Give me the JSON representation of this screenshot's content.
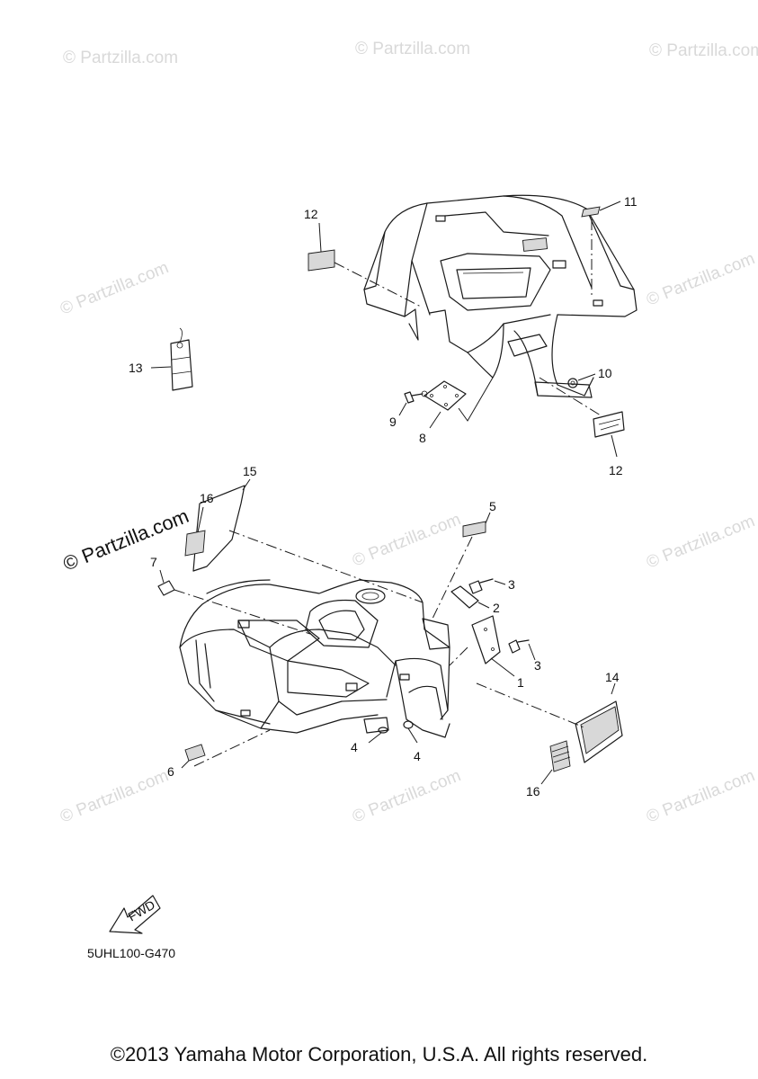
{
  "watermark": "© Partzilla.com",
  "fwd_label": "FWD",
  "diagram_code": "5UHL100-G470",
  "copyright": "©2013 Yamaha Motor Corporation, U.S.A. All rights reserved.",
  "callouts": {
    "c1": "1",
    "c2": "2",
    "c3a": "3",
    "c3b": "3",
    "c4a": "4",
    "c4b": "4",
    "c5": "5",
    "c6": "6",
    "c7": "7",
    "c8": "8",
    "c9": "9",
    "c10": "10",
    "c11": "11",
    "c12a": "12",
    "c12b": "12",
    "c13": "13",
    "c14": "14",
    "c15": "15",
    "c16": "16"
  }
}
